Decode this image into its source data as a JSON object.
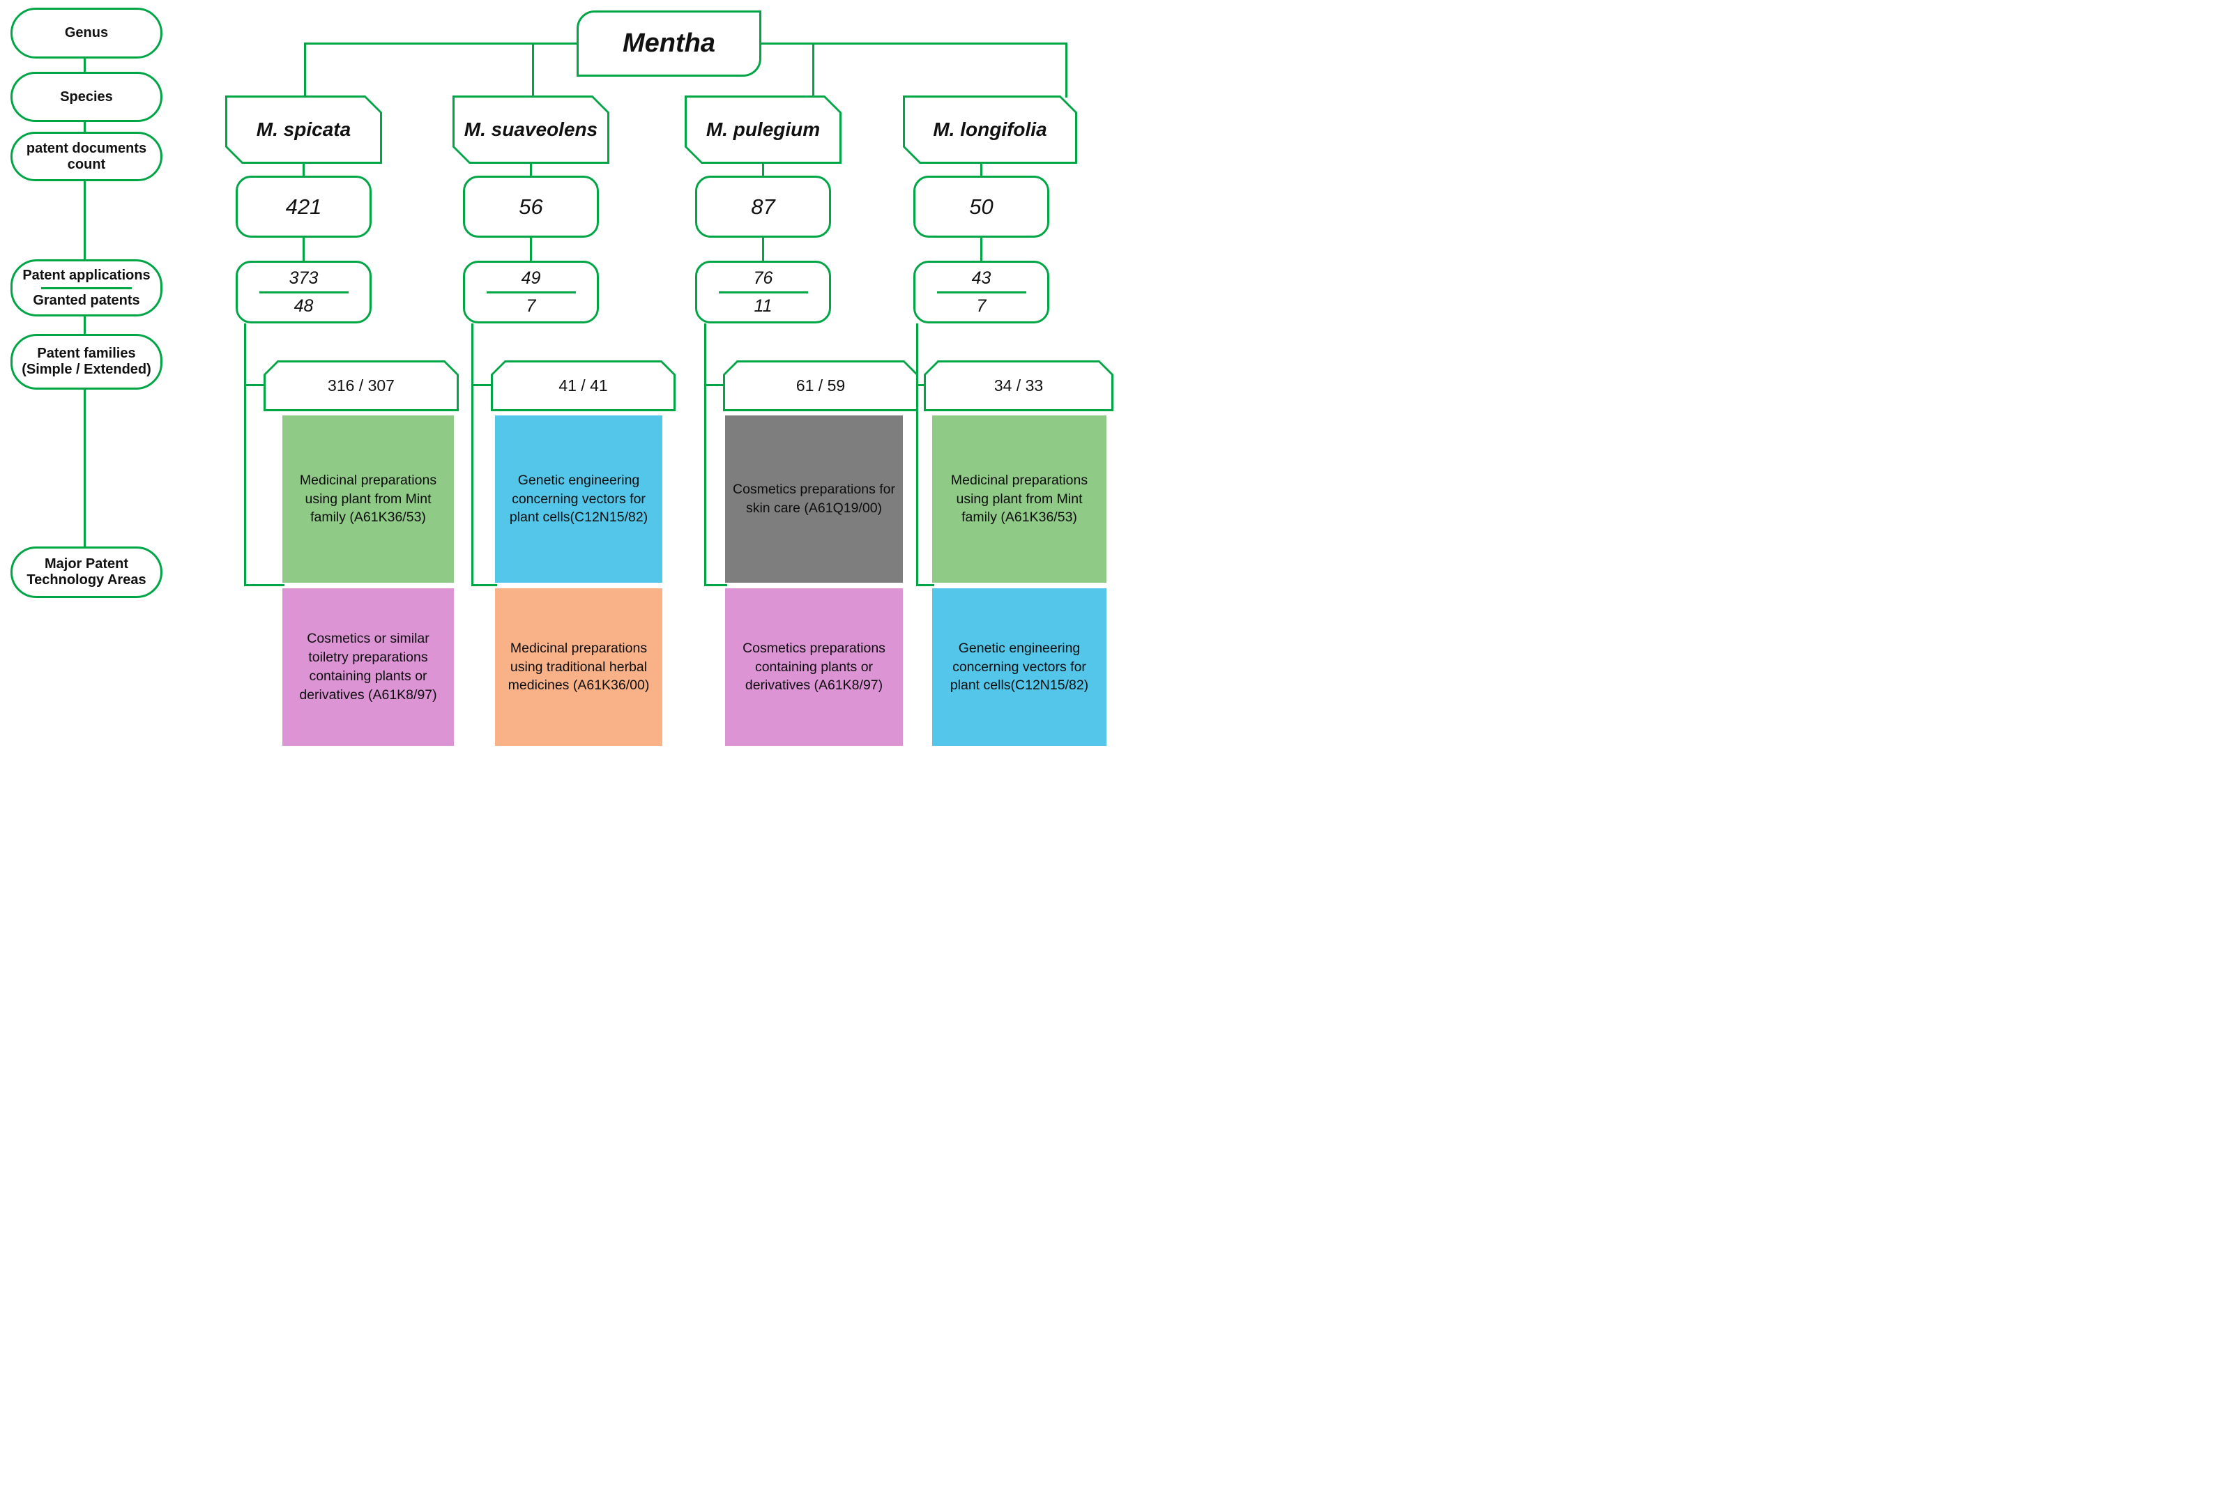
{
  "title": "Mentha patent landscape diagram",
  "colors": {
    "line": "#00A546",
    "soft_green": "#8FCA86",
    "pink": "#DC94D5",
    "blue": "#53C6E9",
    "orange": "#F9B288",
    "gray": "#7E7E7E"
  },
  "left_labels": {
    "genus": "Genus",
    "species": "Species",
    "doc_count": "patent documents count",
    "applications": "Patent applications",
    "granted": "Granted patents",
    "families": "Patent families (Simple / Extended)",
    "major": "Major Patent Technology Areas"
  },
  "genus_name": "Mentha",
  "columns": [
    {
      "species": "M. spicata",
      "doc_count": "421",
      "applications": "373",
      "granted": "48",
      "families": "316 / 307",
      "tech": [
        {
          "text": "Medicinal preparations using plant from Mint family (A61K36/53)",
          "color": "#8FCA86"
        },
        {
          "text": "Cosmetics or similar toiletry preparations containing plants or derivatives (A61K8/97)",
          "color": "#DC94D5"
        }
      ]
    },
    {
      "species": "M. suaveolens",
      "doc_count": "56",
      "applications": "49",
      "granted": "7",
      "families": "41 / 41",
      "tech": [
        {
          "text": "Genetic engineering concerning vectors for plant cells(C12N15/82)",
          "color": "#53C6E9"
        },
        {
          "text": "Medicinal preparations using traditional herbal medicines (A61K36/00)",
          "color": "#F9B288"
        }
      ]
    },
    {
      "species": "M. pulegium",
      "doc_count": "87",
      "applications": "76",
      "granted": "11",
      "families": "61 / 59",
      "tech": [
        {
          "text": "Cosmetics preparations for skin care (A61Q19/00)",
          "color": "#7E7E7E"
        },
        {
          "text": "Cosmetics preparations containing plants or derivatives (A61K8/97)",
          "color": "#DC94D5"
        }
      ]
    },
    {
      "species": "M. longifolia",
      "doc_count": "50",
      "applications": "43",
      "granted": "7",
      "families": "34 / 33",
      "tech": [
        {
          "text": "Medicinal preparations using plant from Mint family (A61K36/53)",
          "color": "#8FCA86"
        },
        {
          "text": "Genetic engineering concerning vectors for plant cells(C12N15/82)",
          "color": "#53C6E9"
        }
      ]
    }
  ]
}
